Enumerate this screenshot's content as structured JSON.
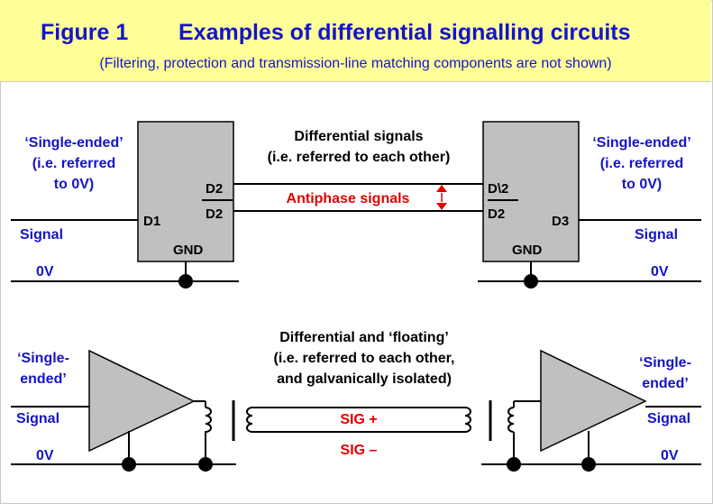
{
  "header": {
    "figure_number": "Figure 1",
    "title": "Examples of differential signalling circuits",
    "subtitle": "(Filtering, protection and transmission-line matching components are not shown)"
  },
  "top": {
    "left_note": [
      "‘Single-ended’",
      "(i.e. referred",
      "to 0V)"
    ],
    "right_note": [
      "‘Single-ended’",
      "(i.e. referred",
      "to 0V)"
    ],
    "signal_left": "Signal",
    "signal_right": "Signal",
    "zero_left": "0V",
    "zero_right": "0V",
    "center_title": [
      "Differential signals",
      "(i.e. referred to each other)"
    ],
    "antiphase": "Antiphase signals",
    "left_box": {
      "in_pin": "D1",
      "out_pin_1": "D2",
      "out_pin_2": "D2",
      "ground": "GND"
    },
    "right_box": {
      "in_pin_1": "D\\2",
      "in_pin_2": "D2",
      "out_pin": "D3",
      "ground": "GND"
    }
  },
  "bottom": {
    "center_title": [
      "Differential and ‘floating’",
      "(i.e. referred to each other,",
      "and galvanically isolated)"
    ],
    "left_note": [
      "‘Single-",
      "ended’"
    ],
    "right_note": [
      "‘Single-",
      "ended’"
    ],
    "signal_left": "Signal",
    "signal_right": "Signal",
    "zero_left": "0V",
    "zero_right": "0V",
    "sig_plus": "SIG +",
    "sig_minus": "SIG –"
  },
  "colors": {
    "blue_text": "#1414c8",
    "red_text": "#e00000",
    "box_fill": "#c0c0c0",
    "header_bg": "#ffff99"
  }
}
